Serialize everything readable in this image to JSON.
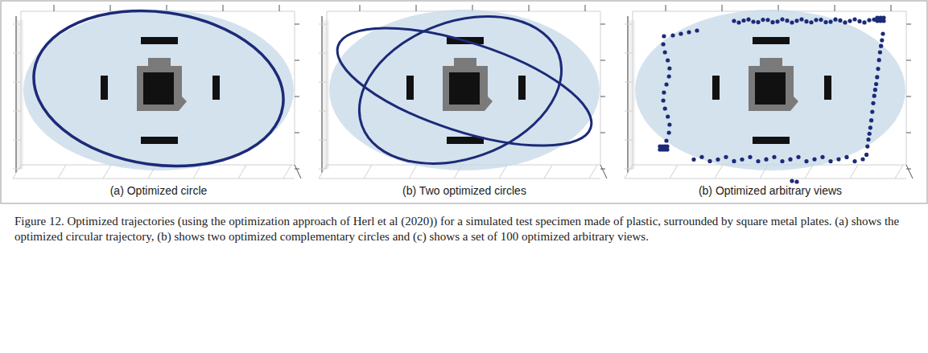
{
  "diagram": {
    "caption": "Figure 12. Optimized trajectories (using the optimization approach of Herl et al (2020)) for a simulated test specimen made of plastic, surrounded by square metal plates. (a) shows the optimized circular trajectory, (b) shows two optimized complementary circles and (c) shows a set of 100 optimized arbitrary views.",
    "labels": [
      "(a) Optimized circle",
      "(b) Two optimized circles",
      "(b) Optimized arbitrary views"
    ]
  }
}
